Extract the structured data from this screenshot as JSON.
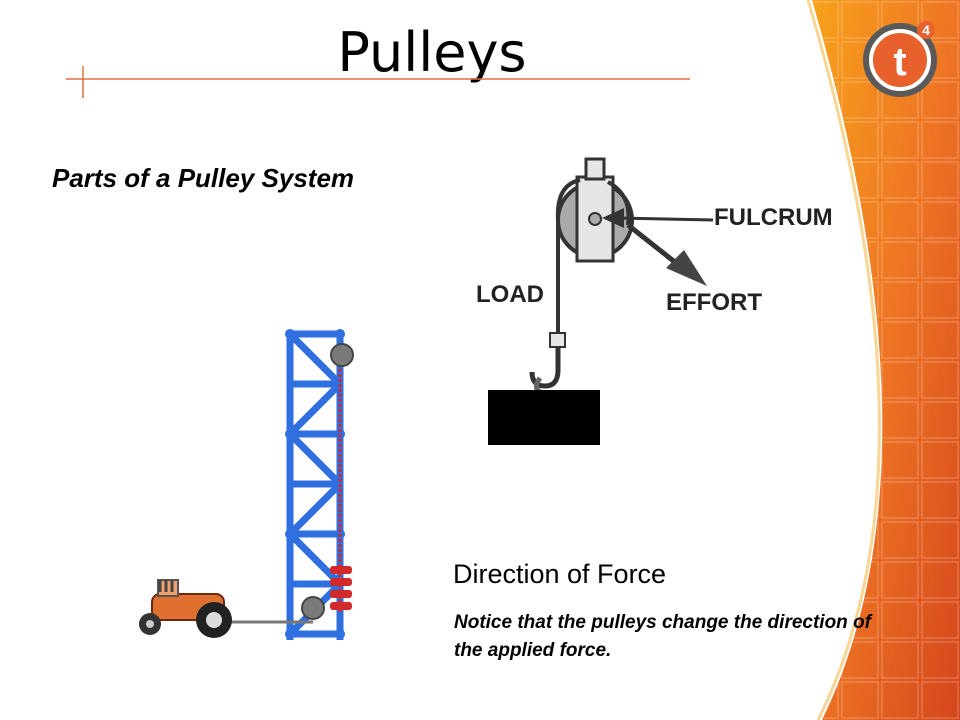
{
  "slide": {
    "title": "Pulleys",
    "subtitle": "Parts of a Pulley System",
    "direction_heading": "Direction of Force",
    "direction_note": "Notice that the pulleys change the direction of the applied force."
  },
  "diagram": {
    "labels": {
      "fulcrum": "FULCRUM",
      "load": "LOAD",
      "effort": "EFFORT"
    }
  },
  "logo": {
    "letter": "t",
    "superscript": "4"
  },
  "colors": {
    "accent_orange": "#e8612c",
    "tower_blue": "#2f6fe0",
    "chain_red": "#d22a2a"
  }
}
